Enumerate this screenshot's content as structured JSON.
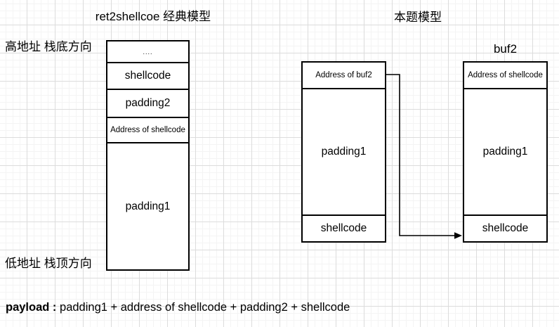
{
  "titles": {
    "classic": "ret2shellcoe 经典模型",
    "problem": "本题模型"
  },
  "annotations": {
    "high_address": "高地址 栈底方向",
    "low_address": "低地址 栈顶方向",
    "buf2_label": "buf2"
  },
  "stacks": {
    "classic": {
      "cells": [
        {
          "label": "...."
        },
        {
          "label": "shellcode"
        },
        {
          "label": "padding2"
        },
        {
          "label": "Address of shellcode"
        },
        {
          "label": "padding1"
        }
      ]
    },
    "overflow": {
      "cells": [
        {
          "label": "Address of buf2"
        },
        {
          "label": "padding1"
        },
        {
          "label": "shellcode"
        }
      ]
    },
    "buf2": {
      "cells": [
        {
          "label": "Address of shellcode"
        },
        {
          "label": "padding1"
        },
        {
          "label": "shellcode"
        }
      ]
    }
  },
  "payload": {
    "label": "payload :",
    "value": "padding1 + address of shellcode + padding2 + shellcode"
  },
  "colors": {
    "stroke": "#000000",
    "shape_fill": "#ffffff",
    "grid_minor": "#f4f4f4",
    "grid_major": "#dcdcdc",
    "text": "#000000"
  }
}
